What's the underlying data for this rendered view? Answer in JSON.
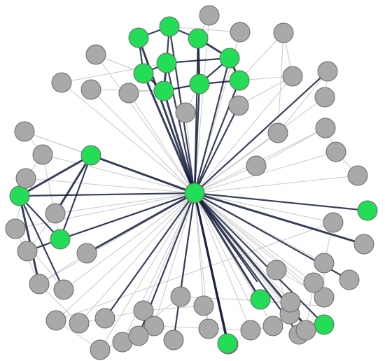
{
  "colors": {
    "node_default": "#a9a9a9",
    "node_highlight": "#22dd55",
    "edge_strong": "#141e3c",
    "edge_weak": "#c8c8c8",
    "background": "#ffffff"
  },
  "hub": {
    "id": "hub",
    "group": "highlight"
  },
  "nodes": [
    {
      "id": "n1",
      "group": "default"
    },
    {
      "id": "n2",
      "group": "default"
    },
    {
      "id": "n3",
      "group": "default"
    },
    {
      "id": "n4",
      "group": "highlight"
    },
    {
      "id": "n5",
      "group": "highlight"
    },
    {
      "id": "n6",
      "group": "highlight"
    },
    {
      "id": "n7",
      "group": "highlight"
    },
    {
      "id": "n8",
      "group": "highlight"
    },
    {
      "id": "n9",
      "group": "highlight"
    },
    {
      "id": "n10",
      "group": "highlight"
    },
    {
      "id": "n11",
      "group": "highlight"
    },
    {
      "id": "n12",
      "group": "highlight"
    },
    {
      "id": "n13",
      "group": "default"
    },
    {
      "id": "n14",
      "group": "default"
    },
    {
      "id": "n15",
      "group": "default"
    },
    {
      "id": "n16",
      "group": "default"
    },
    {
      "id": "n17",
      "group": "default"
    },
    {
      "id": "n18",
      "group": "default"
    },
    {
      "id": "n19",
      "group": "default"
    },
    {
      "id": "n20",
      "group": "default"
    },
    {
      "id": "n21",
      "group": "default"
    },
    {
      "id": "n22",
      "group": "default"
    },
    {
      "id": "n23",
      "group": "default"
    },
    {
      "id": "n24",
      "group": "default"
    },
    {
      "id": "n25",
      "group": "default"
    },
    {
      "id": "n26",
      "group": "default"
    },
    {
      "id": "n27",
      "group": "highlight"
    },
    {
      "id": "n28",
      "group": "default"
    },
    {
      "id": "n29",
      "group": "default"
    },
    {
      "id": "n30",
      "group": "highlight"
    },
    {
      "id": "n31",
      "group": "default"
    },
    {
      "id": "n32",
      "group": "default"
    },
    {
      "id": "n33",
      "group": "highlight"
    },
    {
      "id": "n34",
      "group": "default"
    },
    {
      "id": "n35",
      "group": "default"
    },
    {
      "id": "n36",
      "group": "default"
    },
    {
      "id": "n37",
      "group": "default"
    },
    {
      "id": "n38",
      "group": "default"
    },
    {
      "id": "n39",
      "group": "default"
    },
    {
      "id": "n40",
      "group": "default"
    },
    {
      "id": "n41",
      "group": "default"
    },
    {
      "id": "n42",
      "group": "default"
    },
    {
      "id": "n43",
      "group": "default"
    },
    {
      "id": "n44",
      "group": "default"
    },
    {
      "id": "n45",
      "group": "default"
    },
    {
      "id": "n46",
      "group": "default"
    },
    {
      "id": "n47",
      "group": "default"
    },
    {
      "id": "n48",
      "group": "default"
    },
    {
      "id": "n49",
      "group": "highlight"
    },
    {
      "id": "n50",
      "group": "default"
    },
    {
      "id": "n51",
      "group": "default"
    },
    {
      "id": "n52",
      "group": "default"
    },
    {
      "id": "n53",
      "group": "highlight"
    },
    {
      "id": "n54",
      "group": "default"
    },
    {
      "id": "n55",
      "group": "default"
    },
    {
      "id": "n56",
      "group": "highlight"
    },
    {
      "id": "n57",
      "group": "default"
    },
    {
      "id": "n58",
      "group": "default"
    },
    {
      "id": "n59",
      "group": "default"
    },
    {
      "id": "n60",
      "group": "default"
    },
    {
      "id": "n61",
      "group": "default"
    },
    {
      "id": "n62",
      "group": "default"
    },
    {
      "id": "n63",
      "group": "default"
    },
    {
      "id": "n64",
      "group": "default"
    },
    {
      "id": "n65",
      "group": "highlight"
    },
    {
      "id": "n66",
      "group": "default"
    },
    {
      "id": "n67",
      "group": "default"
    },
    {
      "id": "n68",
      "group": "default"
    },
    {
      "id": "n69",
      "group": "default"
    },
    {
      "id": "n70",
      "group": "default"
    },
    {
      "id": "n71",
      "group": "default"
    },
    {
      "id": "n72",
      "group": "default"
    }
  ],
  "strong_edges": [
    [
      "hub",
      "n4"
    ],
    [
      "hub",
      "n5"
    ],
    [
      "hub",
      "n6"
    ],
    [
      "hub",
      "n7"
    ],
    [
      "hub",
      "n8"
    ],
    [
      "hub",
      "n9"
    ],
    [
      "hub",
      "n10"
    ],
    [
      "hub",
      "n11"
    ],
    [
      "hub",
      "n12"
    ],
    [
      "hub",
      "n27"
    ],
    [
      "hub",
      "n30"
    ],
    [
      "hub",
      "n33"
    ],
    [
      "hub",
      "n49"
    ],
    [
      "hub",
      "n53"
    ],
    [
      "hub",
      "n56"
    ],
    [
      "hub",
      "n65"
    ],
    [
      "hub",
      "n18"
    ],
    [
      "hub",
      "n20"
    ],
    [
      "hub",
      "n36"
    ],
    [
      "hub",
      "n39"
    ],
    [
      "hub",
      "n43"
    ],
    [
      "hub",
      "n46"
    ],
    [
      "hub",
      "n51"
    ],
    [
      "hub",
      "n59"
    ],
    [
      "hub",
      "n58"
    ],
    [
      "hub",
      "n63"
    ],
    [
      "hub",
      "n69"
    ],
    [
      "hub",
      "n70"
    ],
    [
      "n4",
      "n5"
    ],
    [
      "n5",
      "n6"
    ],
    [
      "n6",
      "n9"
    ],
    [
      "n4",
      "n7"
    ],
    [
      "n7",
      "n8"
    ],
    [
      "n8",
      "n10"
    ],
    [
      "n10",
      "n11"
    ],
    [
      "n11",
      "n12"
    ],
    [
      "n9",
      "n12"
    ],
    [
      "n8",
      "n9"
    ],
    [
      "n5",
      "n8"
    ],
    [
      "n6",
      "n11"
    ],
    [
      "n7",
      "n10"
    ],
    [
      "n9",
      "n11"
    ],
    [
      "n27",
      "n30"
    ],
    [
      "n30",
      "n33"
    ],
    [
      "n27",
      "n33"
    ],
    [
      "n30",
      "n37"
    ],
    [
      "n33",
      "n35"
    ],
    [
      "n30",
      "n38"
    ],
    [
      "n27",
      "n32"
    ]
  ],
  "weak_edges": [
    [
      "n1",
      "n6"
    ],
    [
      "n2",
      "n5"
    ],
    [
      "n3",
      "n12"
    ],
    [
      "n13",
      "n7"
    ],
    [
      "n14",
      "n8"
    ],
    [
      "n15",
      "n10"
    ],
    [
      "n16",
      "n12"
    ],
    [
      "n17",
      "n11"
    ],
    [
      "n18",
      "n9"
    ],
    [
      "n19",
      "n12"
    ],
    [
      "n20",
      "n21"
    ],
    [
      "n22",
      "n3"
    ],
    [
      "n23",
      "n26"
    ],
    [
      "n24",
      "n25"
    ],
    [
      "n28",
      "n29"
    ],
    [
      "n29",
      "n31"
    ],
    [
      "n31",
      "n34"
    ],
    [
      "n34",
      "n37"
    ],
    [
      "n37",
      "n40"
    ],
    [
      "n40",
      "n41"
    ],
    [
      "n41",
      "n44"
    ],
    [
      "n44",
      "n45"
    ],
    [
      "n42",
      "n47"
    ],
    [
      "n47",
      "n48"
    ],
    [
      "n48",
      "n50"
    ],
    [
      "n50",
      "n52"
    ],
    [
      "n52",
      "n54"
    ],
    [
      "n54",
      "n55"
    ],
    [
      "n55",
      "n57"
    ],
    [
      "n57",
      "n60"
    ],
    [
      "n60",
      "n61"
    ],
    [
      "n61",
      "n62"
    ],
    [
      "n62",
      "n64"
    ],
    [
      "n64",
      "n66"
    ],
    [
      "n66",
      "n67"
    ],
    [
      "n67",
      "n68"
    ],
    [
      "n68",
      "n71"
    ],
    [
      "n71",
      "n72"
    ],
    [
      "hub",
      "n1"
    ],
    [
      "hub",
      "n2"
    ],
    [
      "hub",
      "n13"
    ],
    [
      "hub",
      "n14"
    ],
    [
      "hub",
      "n15"
    ],
    [
      "hub",
      "n16"
    ],
    [
      "hub",
      "n17"
    ],
    [
      "hub",
      "n19"
    ],
    [
      "hub",
      "n21"
    ],
    [
      "hub",
      "n22"
    ],
    [
      "hub",
      "n23"
    ],
    [
      "hub",
      "n24"
    ],
    [
      "hub",
      "n25"
    ],
    [
      "hub",
      "n26"
    ],
    [
      "hub",
      "n28"
    ],
    [
      "hub",
      "n29"
    ],
    [
      "hub",
      "n31"
    ],
    [
      "hub",
      "n32"
    ],
    [
      "hub",
      "n34"
    ],
    [
      "hub",
      "n35"
    ],
    [
      "hub",
      "n37"
    ],
    [
      "hub",
      "n38"
    ],
    [
      "hub",
      "n40"
    ],
    [
      "hub",
      "n41"
    ],
    [
      "hub",
      "n42"
    ],
    [
      "hub",
      "n44"
    ],
    [
      "hub",
      "n45"
    ],
    [
      "hub",
      "n47"
    ],
    [
      "hub",
      "n48"
    ],
    [
      "hub",
      "n50"
    ],
    [
      "hub",
      "n52"
    ],
    [
      "hub",
      "n54"
    ],
    [
      "hub",
      "n55"
    ],
    [
      "hub",
      "n57"
    ],
    [
      "hub",
      "n60"
    ],
    [
      "hub",
      "n61"
    ],
    [
      "hub",
      "n62"
    ],
    [
      "hub",
      "n64"
    ],
    [
      "hub",
      "n66"
    ],
    [
      "hub",
      "n67"
    ],
    [
      "hub",
      "n68"
    ],
    [
      "hub",
      "n71"
    ],
    [
      "hub",
      "n72"
    ],
    [
      "n29",
      "n33"
    ],
    [
      "n31",
      "n30"
    ],
    [
      "n28",
      "n27"
    ],
    [
      "n34",
      "n38"
    ],
    [
      "n35",
      "n32"
    ],
    [
      "n37",
      "n36"
    ],
    [
      "n18",
      "n19"
    ],
    [
      "n20",
      "n22"
    ],
    [
      "n23",
      "n24"
    ],
    [
      "n3",
      "n19"
    ]
  ]
}
